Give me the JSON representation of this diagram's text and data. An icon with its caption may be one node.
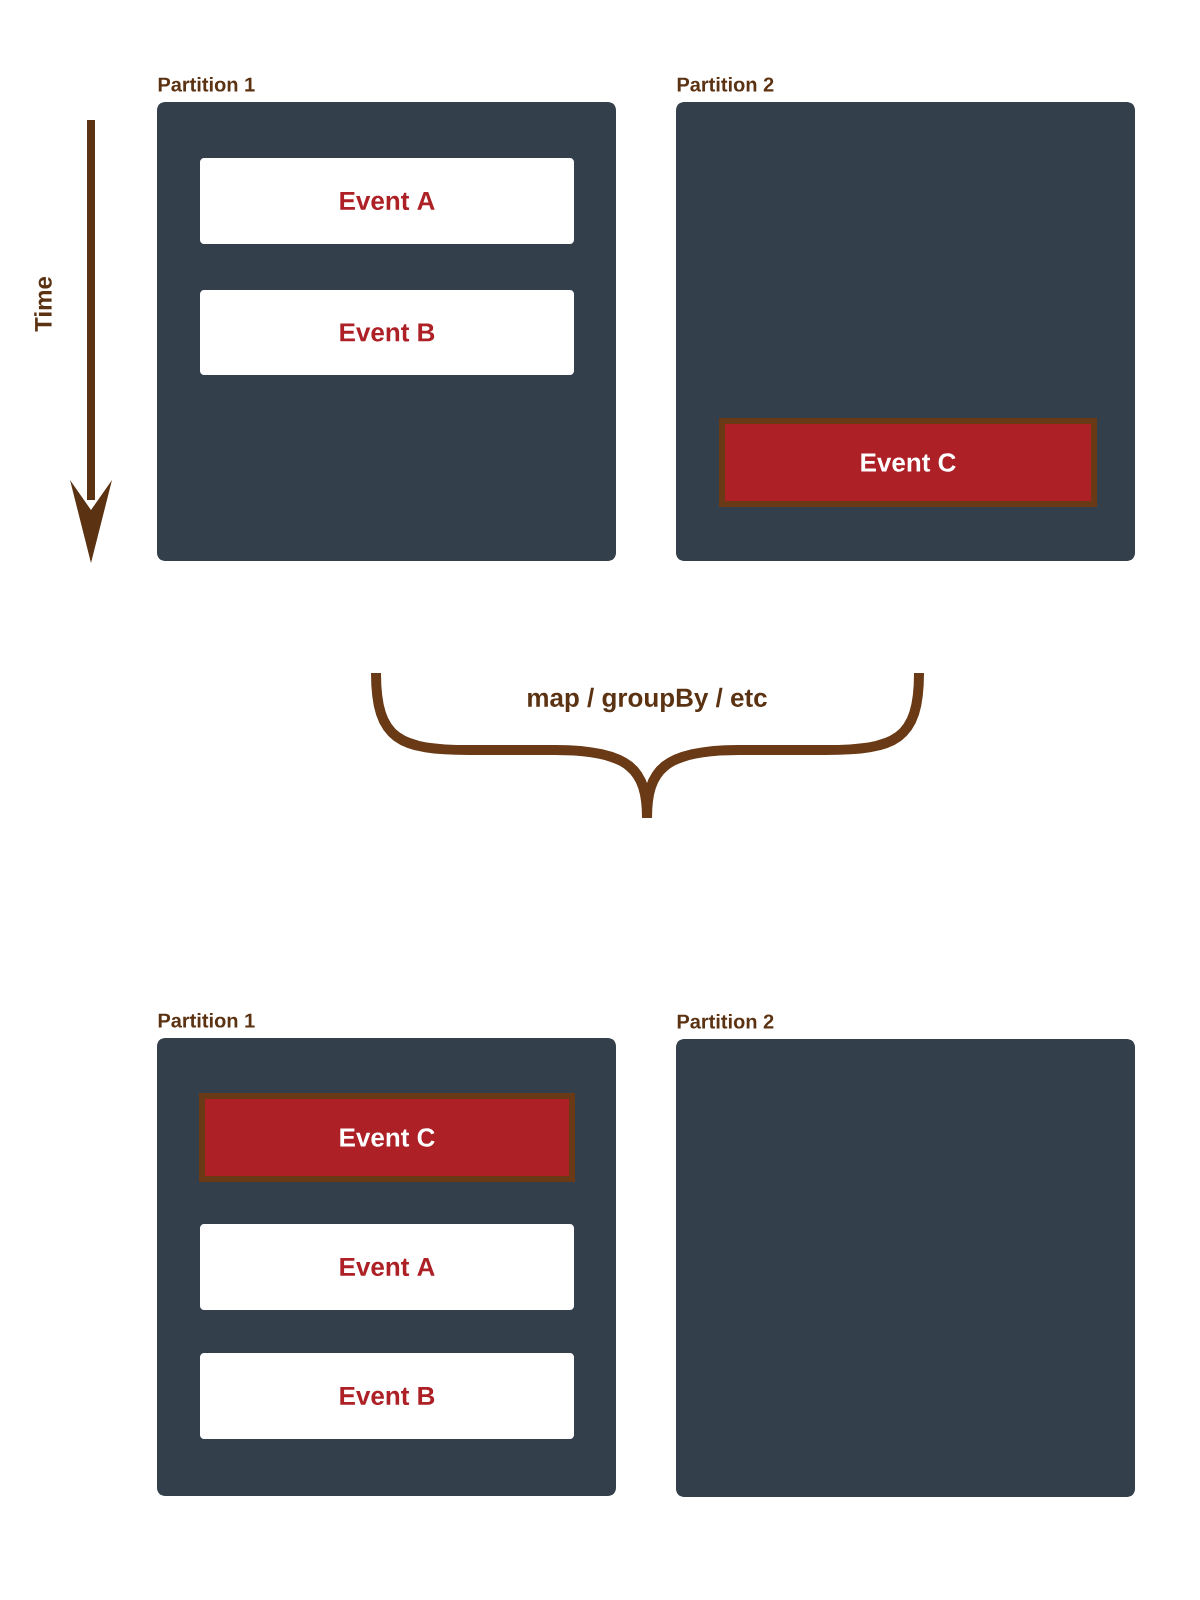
{
  "diagram": {
    "nodes": [
      {
        "text": [
          "Partition 1"
        ]
      },
      {
        "text": [
          "Event A"
        ],
        "in": 0
      },
      {
        "text": [
          "Event B"
        ],
        "in": 0
      },
      {
        "text": [
          "Partition 2"
        ]
      },
      {
        "text": [
          "Event C"
        ],
        "in": 3
      },
      {
        "text": [
          "Partition 1"
        ]
      },
      {
        "text": [
          "Event C"
        ],
        "in": 5
      },
      {
        "text": [
          "Event A"
        ],
        "in": 5
      },
      {
        "text": [
          "Event B"
        ],
        "in": 5
      },
      {
        "text": [
          "Partition 2"
        ]
      }
    ],
    "labels": [
      "Time",
      "map / groupBy / etc"
    ]
  }
}
